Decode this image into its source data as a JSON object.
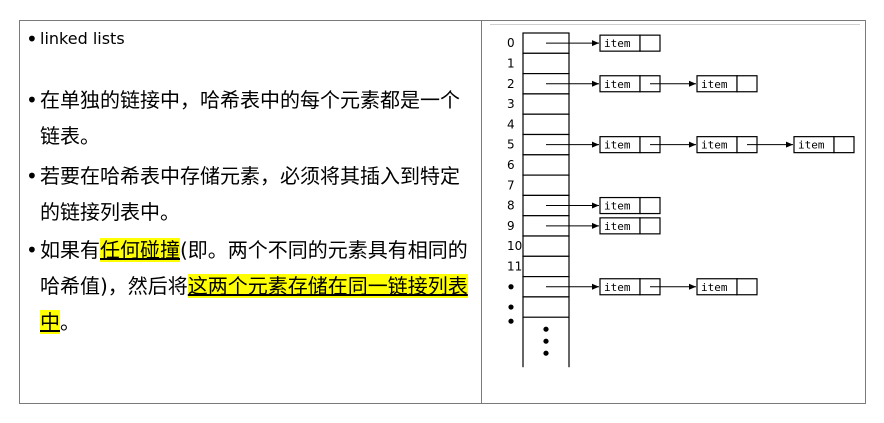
{
  "bullets": [
    {
      "parts": [
        {
          "t": "linked lists",
          "hl": false
        }
      ]
    },
    {
      "parts": [
        {
          "t": "在单独的链接中，哈希表中的每个元素都是一个链表。",
          "hl": false
        }
      ]
    },
    {
      "parts": [
        {
          "t": "若要在哈希表中存储元素，必须将其插入到特定的链接列表中。",
          "hl": false
        }
      ]
    },
    {
      "parts": [
        {
          "t": "如果有",
          "hl": false
        },
        {
          "t": "任何碰撞",
          "hl": true
        },
        {
          "t": "(即。两个不同的元素具有相同的哈希值)，然后将",
          "hl": false
        },
        {
          "t": "这两个元素存储在同一链接列表中",
          "hl": true
        },
        {
          "t": "。",
          "hl": false
        }
      ]
    }
  ],
  "diagram": {
    "indices": [
      "0",
      "1",
      "2",
      "3",
      "4",
      "5",
      "6",
      "7",
      "8",
      "9",
      "10",
      "11"
    ],
    "item_label": "item",
    "chains": [
      {
        "index": 0,
        "length": 1
      },
      {
        "index": 2,
        "length": 2
      },
      {
        "index": 5,
        "length": 3
      },
      {
        "index": 8,
        "length": 1
      },
      {
        "index": 9,
        "length": 1
      },
      {
        "index": 12,
        "length": 2
      }
    ]
  }
}
